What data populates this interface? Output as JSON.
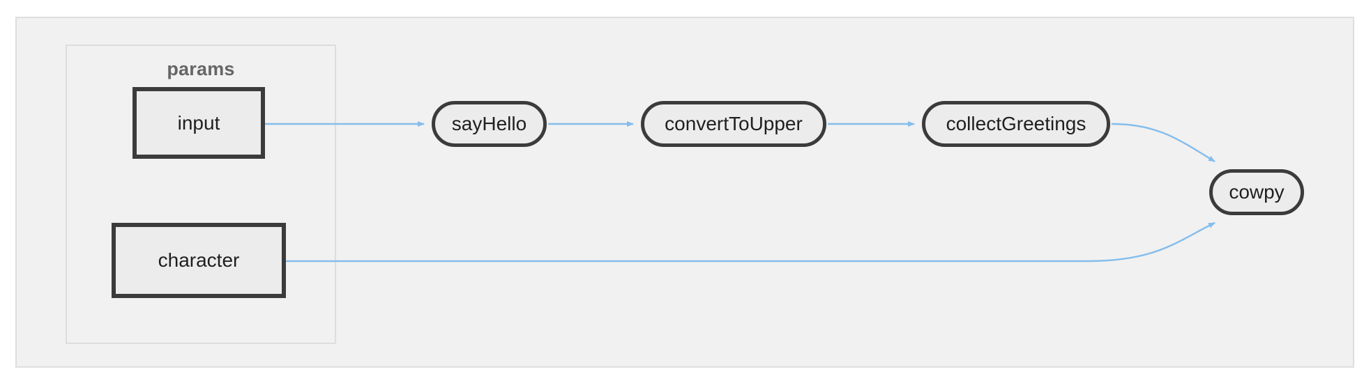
{
  "diagram": {
    "type": "flowchart",
    "direction": "left-to-right",
    "title": "",
    "background_color": "#ffffff",
    "container": {
      "name": "flow-container",
      "fill_color": "#f1f1f1",
      "border_color": "#dedede"
    },
    "subgraphs": [
      {
        "id": "params",
        "label": "params",
        "label_color": "#666666",
        "fill_color": "#f1f1f1",
        "border_color": "#dddddd",
        "node_ids": [
          "input",
          "character"
        ]
      }
    ],
    "nodes": [
      {
        "id": "input",
        "label": "input",
        "shape": "rect",
        "fill_color": "#ececec",
        "border_color": "#3b3b3b"
      },
      {
        "id": "character",
        "label": "character",
        "shape": "rect",
        "fill_color": "#ececec",
        "border_color": "#3b3b3b"
      },
      {
        "id": "sayHello",
        "label": "sayHello",
        "shape": "stadium",
        "fill_color": "#ececec",
        "border_color": "#3b3b3b"
      },
      {
        "id": "convertToUpper",
        "label": "convertToUpper",
        "shape": "stadium",
        "fill_color": "#ececec",
        "border_color": "#3b3b3b"
      },
      {
        "id": "collectGreetings",
        "label": "collectGreetings",
        "shape": "stadium",
        "fill_color": "#ececec",
        "border_color": "#3b3b3b"
      },
      {
        "id": "cowpy",
        "label": "cowpy",
        "shape": "stadium",
        "fill_color": "#ececec",
        "border_color": "#3b3b3b"
      }
    ],
    "edges": [
      {
        "id": "e1",
        "from": "input",
        "to": "sayHello",
        "label": "",
        "arrow": "triangle",
        "color": "#85bdec",
        "style": "straight"
      },
      {
        "id": "e2",
        "from": "sayHello",
        "to": "convertToUpper",
        "label": "",
        "arrow": "triangle",
        "color": "#85bdec",
        "style": "straight"
      },
      {
        "id": "e3",
        "from": "convertToUpper",
        "to": "collectGreetings",
        "label": "",
        "arrow": "triangle",
        "color": "#85bdec",
        "style": "straight"
      },
      {
        "id": "e4",
        "from": "collectGreetings",
        "to": "cowpy",
        "label": "",
        "arrow": "triangle",
        "color": "#85bdec",
        "style": "curved"
      },
      {
        "id": "e5",
        "from": "character",
        "to": "cowpy",
        "label": "",
        "arrow": "triangle",
        "color": "#85bdec",
        "style": "curved"
      }
    ],
    "edge_color": "#85bdec"
  }
}
